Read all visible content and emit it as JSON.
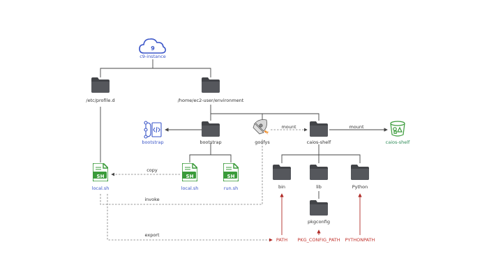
{
  "colors": {
    "folder": "#424448",
    "line": "#444444",
    "dashed": "#777777",
    "cloud": "#3a55c8",
    "script_green": "#3a9b3a",
    "env_red": "#b02a25"
  },
  "nodes": {
    "c9_instance": "c9-instance",
    "cloud_digit": "9",
    "etc_profile": "/etc/profile.d",
    "home_env": "/home/ec2-user/environment",
    "bootstrap_folder": "bootstrap",
    "bootstrap_icon": "bootstrap",
    "goofys": "goofys",
    "caios_shelf": "caios-shelf",
    "caios_shelf_bucket": "caios-shelf",
    "local_sh_left": "local.sh",
    "local_sh_mid": "local.sh",
    "run_sh": "run.sh",
    "bin": "bin",
    "lib": "lib",
    "python": "Python",
    "pkgconfig": "pkgconfig",
    "sh_badge": "SH"
  },
  "edges": {
    "mount_1": "mount",
    "mount_2": "mount",
    "copy": "copy",
    "invoke": "invoke",
    "export": "export"
  },
  "env_vars": {
    "path": "PATH",
    "pkg_config_path": "PKG_CONFIG_PATH",
    "pythonpath": "PYTHONPATH"
  }
}
